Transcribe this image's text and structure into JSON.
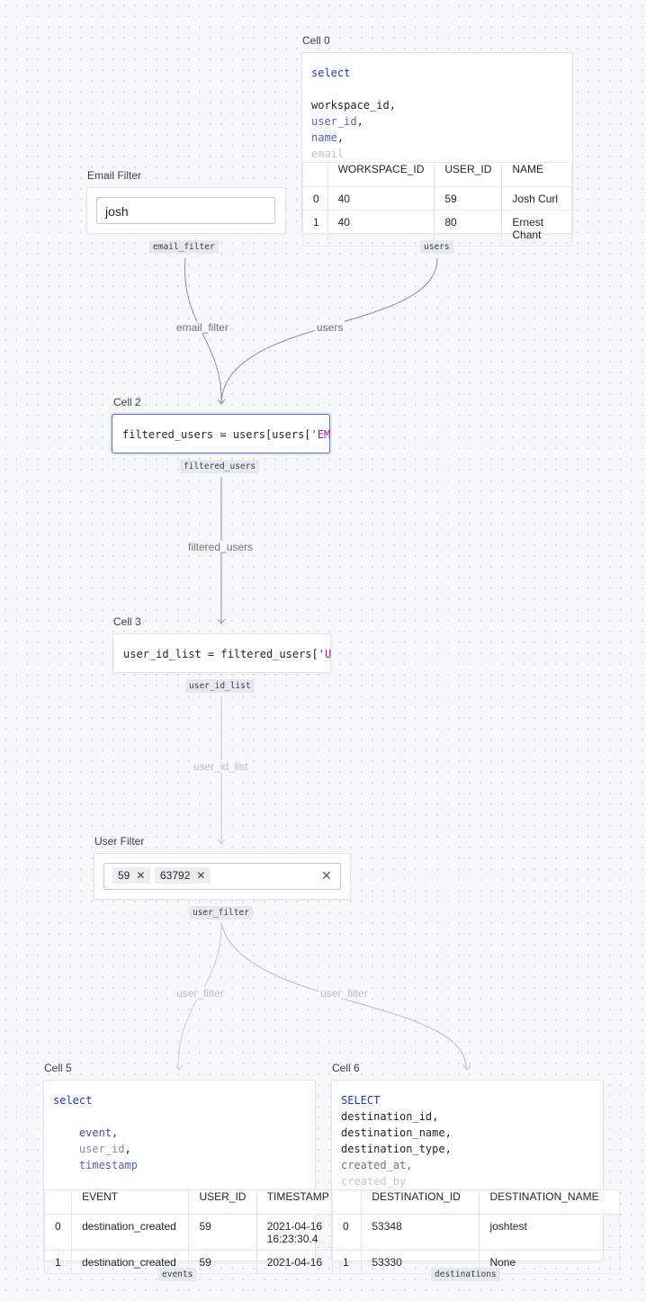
{
  "nodes": {
    "cell0": {
      "label": "Cell 0",
      "code": {
        "l1": "select",
        "l3": "workspace_id,",
        "l4": "user_id",
        "l5": "name",
        "l6": "email",
        "comma": ","
      },
      "table": {
        "headers": [
          "",
          "WORKSPACE_ID",
          "USER_ID",
          "NAME"
        ],
        "rows": [
          [
            "0",
            "40",
            "59",
            "Josh Curl"
          ],
          [
            "1",
            "40",
            "80",
            "Ernest Chant"
          ]
        ]
      },
      "output": "users"
    },
    "email_filter": {
      "label": "Email Filter",
      "value": "josh",
      "output": "email_filter"
    },
    "cell2": {
      "label": "Cell 2",
      "code_prefix": "filtered_users = users[users[",
      "code_str": "'EM",
      "output": "filtered_users"
    },
    "cell3": {
      "label": "Cell 3",
      "code_prefix": "user_id_list = filtered_users[",
      "code_str": "'U",
      "output": "user_id_list"
    },
    "user_filter": {
      "label": "User Filter",
      "chips": [
        "59",
        "63792"
      ],
      "chip_remove": "✕",
      "clear": "✕",
      "output": "user_filter"
    },
    "cell5": {
      "label": "Cell 5",
      "code": {
        "l1": "select",
        "l3": "event",
        "l4": "user_id",
        "l5": "timestamp",
        "comma": ","
      },
      "table": {
        "headers": [
          "",
          "EVENT",
          "USER_ID",
          "TIMESTAMP"
        ],
        "rows": [
          [
            "0",
            "destination_created",
            "59",
            "2021-04-16 16:23:30.4"
          ],
          [
            "1",
            "destination_created",
            "59",
            "2021-04-16"
          ]
        ]
      },
      "output": "events"
    },
    "cell6": {
      "label": "Cell 6",
      "code": {
        "l1": "SELECT",
        "l2": "destination_id,",
        "l3": "destination_name,",
        "l4": "destination_type,",
        "l5": "created_at,",
        "l6": "created_by"
      },
      "table": {
        "headers": [
          "",
          "DESTINATION_ID",
          "DESTINATION_NAME"
        ],
        "rows": [
          [
            "0",
            "53348",
            "joshtest"
          ],
          [
            "1",
            "53330",
            "None"
          ]
        ]
      },
      "output": "destinations"
    }
  },
  "edges": {
    "email_filter": "email_filter",
    "users": "users",
    "filtered_users": "filtered_users",
    "user_id_list": "user_id_list",
    "user_filter_left": "user_filter",
    "user_filter_right": "user_filter"
  }
}
